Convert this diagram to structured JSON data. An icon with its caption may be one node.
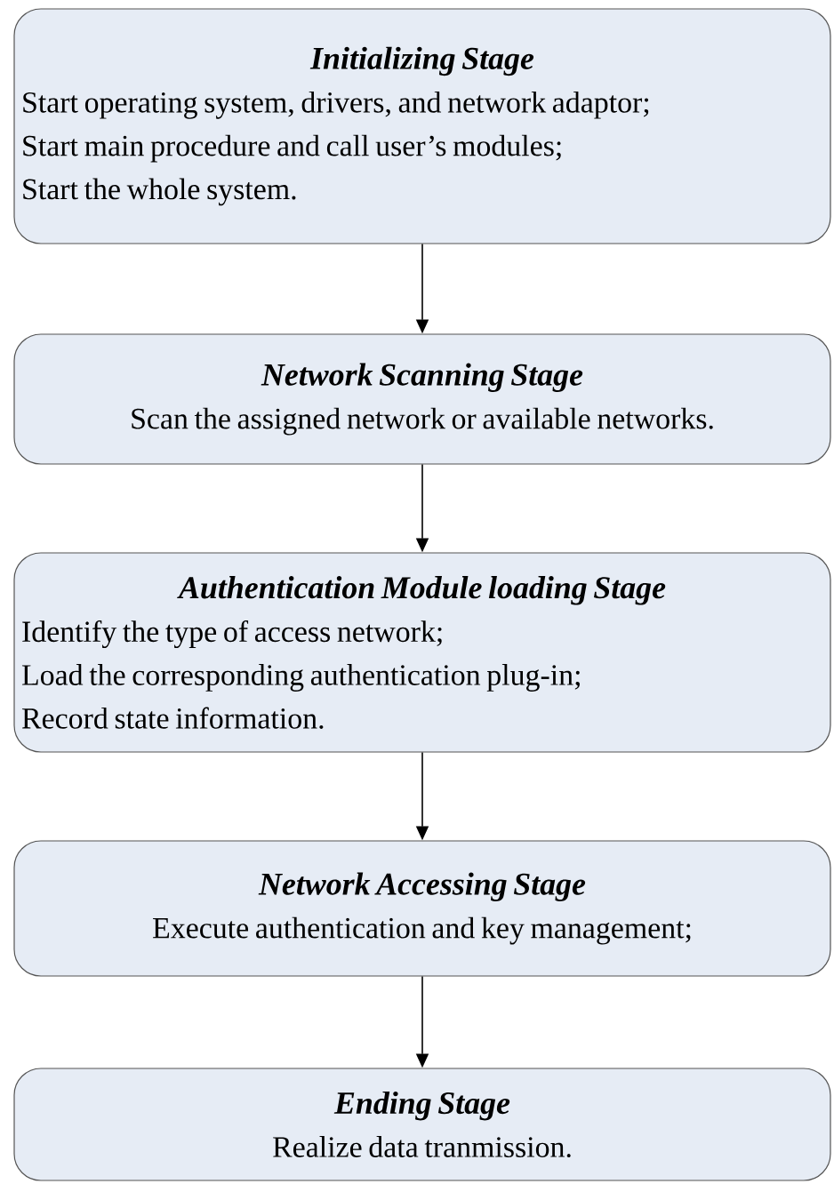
{
  "diagram": {
    "nodes": [
      {
        "text": [
          "Initializing Stage",
          "Start operating system, drivers, and network adaptor;",
          "Start main procedure and call user’s modules;",
          "Start the whole system."
        ]
      },
      {
        "text": [
          "Network Scanning Stage",
          "Scan the assigned network or available networks."
        ]
      },
      {
        "text": [
          "Authentication Module loading Stage",
          "Identify the type of access network;",
          "Load the corresponding authentication plug-in;",
          "Record state information."
        ]
      },
      {
        "text": [
          "Network Accessing Stage",
          "Execute authentication and key management;"
        ]
      },
      {
        "text": [
          "Ending Stage",
          "Realize data tranmission."
        ]
      }
    ],
    "edges": [
      {
        "from": 0,
        "to": 1,
        "arrow": "to"
      },
      {
        "from": 1,
        "to": 2,
        "arrow": "to"
      },
      {
        "from": 2,
        "to": 3,
        "arrow": "to"
      },
      {
        "from": 3,
        "to": 4,
        "arrow": "to"
      }
    ]
  }
}
